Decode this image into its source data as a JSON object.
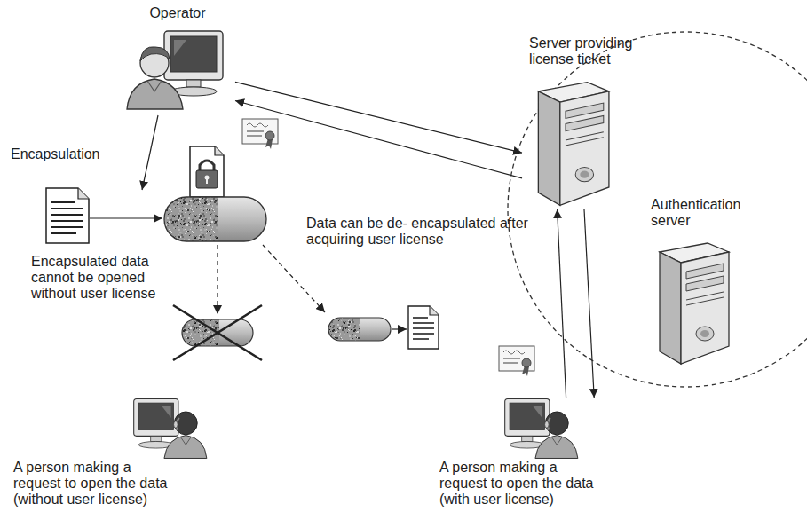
{
  "diagram": {
    "nodes": [
      {
        "text": [
          "Operator"
        ]
      },
      {
        "text": [
          "Server providing license ticket"
        ]
      },
      {
        "text": [
          "Authentication server"
        ]
      },
      {
        "text": [
          "A person making a request to open the data (without user license)"
        ]
      },
      {
        "text": [
          "A person making a request to open the data (with user license)"
        ]
      }
    ],
    "edges": [
      {
        "from": 0,
        "to": 1,
        "arrow": "to"
      },
      {
        "from": 1,
        "to": 0,
        "arrow": "to"
      },
      {
        "from": 4,
        "to": 1,
        "arrow": "to"
      },
      {
        "from": 1,
        "to": 4,
        "arrow": "to"
      }
    ],
    "labels": [
      "Encapsulation",
      "Data can be de- encapsulated after acquiring user license",
      "Encapsulated data cannot be opened without user license"
    ]
  }
}
